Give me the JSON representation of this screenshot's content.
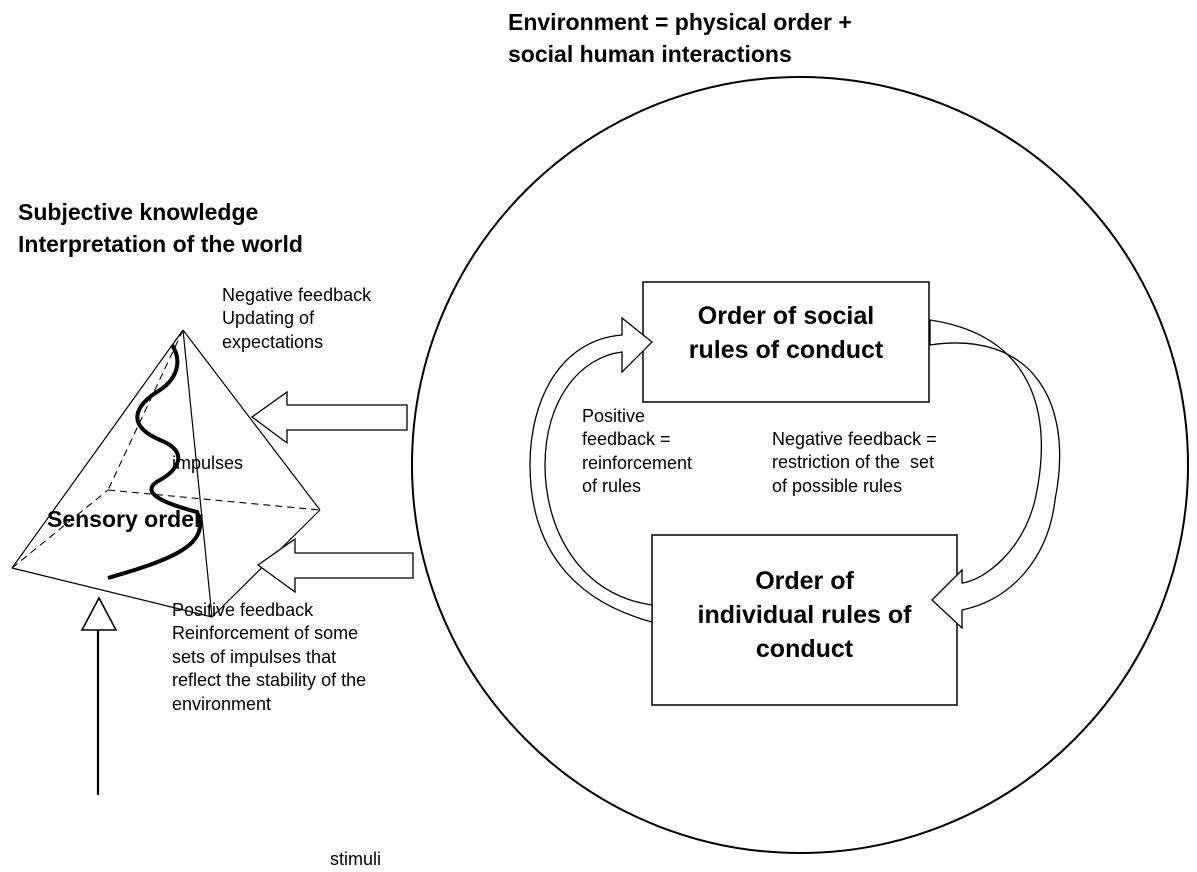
{
  "environment_title": "Environment = physical order +\nsocial human interactions",
  "subjective_title": "Subjective knowledge\nInterpretation of the world",
  "negative_feedback_left": "Negative feedback\nUpdating of\nexpectations",
  "impulses_label": "impulses",
  "sensory_order_label": "Sensory order",
  "positive_feedback_left": "Positive feedback\nReinforcement of some\nsets of impulses that\nreflect the stability of the\nenvironment",
  "stimuli_label": "stimuli",
  "box_social": "Order of social\nrules of conduct",
  "box_individual": "Order of\nindividual rules of\nconduct",
  "positive_feedback_inner": "Positive\nfeedback =\nreinforcement\nof rules",
  "negative_feedback_inner": "Negative feedback =\nrestriction of the  set\nof possible rules"
}
